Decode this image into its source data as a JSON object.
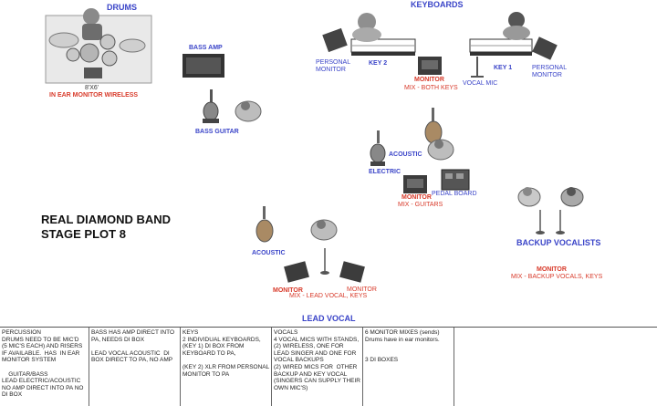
{
  "stage": {
    "drums": {
      "title": "DRUMS",
      "size": "8'X6'",
      "monitor": "IN EAR MONITOR WIRELESS"
    },
    "keyboards": {
      "title": "KEYBOARDS",
      "key2": "KEY 2",
      "key1": "KEY 1",
      "personal_monitor_left": "PERSONAL\nMONITOR",
      "personal_monitor_right": "PERSONAL\nMONITOR",
      "monitor": "MONITOR",
      "mix": "MIX - BOTH KEYS",
      "vocal_mic": "VOCAL MIC"
    },
    "bass": {
      "amp": "BASS AMP",
      "guitar": "BASS GUITAR"
    },
    "guitars": {
      "acoustic": "ACOUSTIC",
      "electric": "ELECTRIC",
      "pedal_board": "PEDAL BOARD",
      "monitor": "MONITOR",
      "mix": "MIX - GUITARS"
    },
    "lead_vocal": {
      "title": "LEAD VOCAL",
      "acoustic": "ACOUSTIC",
      "monitor_left": "MONITOR",
      "monitor_right": "MONITOR",
      "mix": "MIX - LEAD VOCAL, KEYS"
    },
    "backup": {
      "title": "BACKUP VOCALISTS",
      "monitor": "MONITOR",
      "mix": "MIX - BACKUP VOCALS, KEYS"
    },
    "plot_title": "REAL DIAMOND BAND\nSTAGE PLOT 8"
  },
  "notes": {
    "percussion": "PERCUSSION\nDRUMS NEED TO BE MIC'D  (5 MIC'S EACH) AND RISERS IF AVAILABLE.  HAS  IN EAR MONITOR SYSTEM\n\n    GUITAR/BASS\nLEAD ELECTRIC/ACOUSTIC  NO AMP DIRECT INTO PA NO DI BOX",
    "bass": "BASS HAS AMP DIRECT INTO PA, NEEDS DI BOX\n\nLEAD VOCAL ACOUSTIC  DI BOX DIRECT TO PA, NO AMP",
    "keys": "KEYS\n2 INDIVIDUAL KEYBOARDS, (KEY 1) DI BOX FROM KEYBOARD TO PA,\n\n(KEY 2) XLR FROM PERSONAL MONITOR TO PA",
    "vocals": "VOCALS\n4 VOCAL MICS WITH STANDS, (2) WIRELESS, ONE FOR LEAD SINGER AND ONE FOR VOCAL BACKUPS\n(2) WIRED MICS FOR  OTHER BACKUP AND KEY VOCAL (SINGERS CAN SUPPLY THEIR OWN MIC'S)",
    "monitors": "6 MONITOR MIXES (sends)\nDrums have in ear monitors.\n\n\n3 DI BOXES",
    "empty": ""
  }
}
